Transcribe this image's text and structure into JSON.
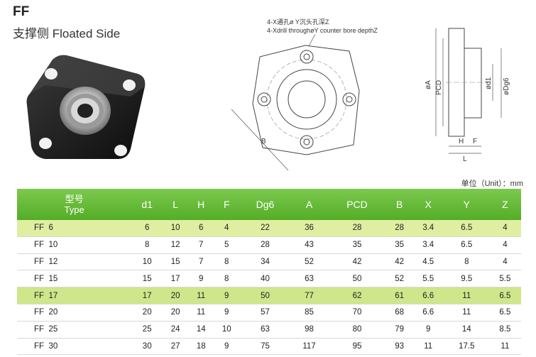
{
  "header": {
    "title": "FF",
    "subtitle": "支撑侧 Floated Side"
  },
  "drawing": {
    "note_cn": "4-X通孔ø Y沉头孔深Z",
    "note_en": "4-Xdrill throughøY counter bore depthZ",
    "label_b": "B",
    "label_a": "øA",
    "label_pcd": "PCD",
    "label_d1": "ød1",
    "label_dg6": "øDg6",
    "label_h": "H",
    "label_f": "F",
    "label_l": "L"
  },
  "unit": "单位（Unit）：mm",
  "table": {
    "type_cn": "型号",
    "type_en": "Type",
    "headers": [
      "d1",
      "L",
      "H",
      "F",
      "Dg6",
      "A",
      "PCD",
      "B",
      "X",
      "Y",
      "Z"
    ],
    "rows": [
      {
        "model": "FF  6",
        "values": [
          "6",
          "10",
          "6",
          "4",
          "22",
          "36",
          "28",
          "28",
          "3.4",
          "6.5",
          "4"
        ]
      },
      {
        "model": "FF  10",
        "values": [
          "8",
          "12",
          "7",
          "5",
          "28",
          "43",
          "35",
          "35",
          "3.4",
          "6.5",
          "4"
        ]
      },
      {
        "model": "FF  12",
        "values": [
          "10",
          "15",
          "7",
          "8",
          "34",
          "52",
          "42",
          "42",
          "4.5",
          "8",
          "4"
        ]
      },
      {
        "model": "FF  15",
        "values": [
          "15",
          "17",
          "9",
          "8",
          "40",
          "63",
          "50",
          "52",
          "5.5",
          "9.5",
          "5.5"
        ]
      },
      {
        "model": "FF  17",
        "values": [
          "17",
          "20",
          "11",
          "9",
          "50",
          "77",
          "62",
          "61",
          "6.6",
          "11",
          "6.5"
        ]
      },
      {
        "model": "FF  20",
        "values": [
          "20",
          "20",
          "11",
          "9",
          "57",
          "85",
          "70",
          "68",
          "6.6",
          "11",
          "6.5"
        ]
      },
      {
        "model": "FF  25",
        "values": [
          "25",
          "24",
          "14",
          "10",
          "63",
          "98",
          "80",
          "79",
          "9",
          "14",
          "8.5"
        ]
      },
      {
        "model": "FF  30",
        "values": [
          "30",
          "27",
          "18",
          "9",
          "75",
          "117",
          "95",
          "93",
          "11",
          "17.5",
          "11"
        ]
      }
    ]
  }
}
